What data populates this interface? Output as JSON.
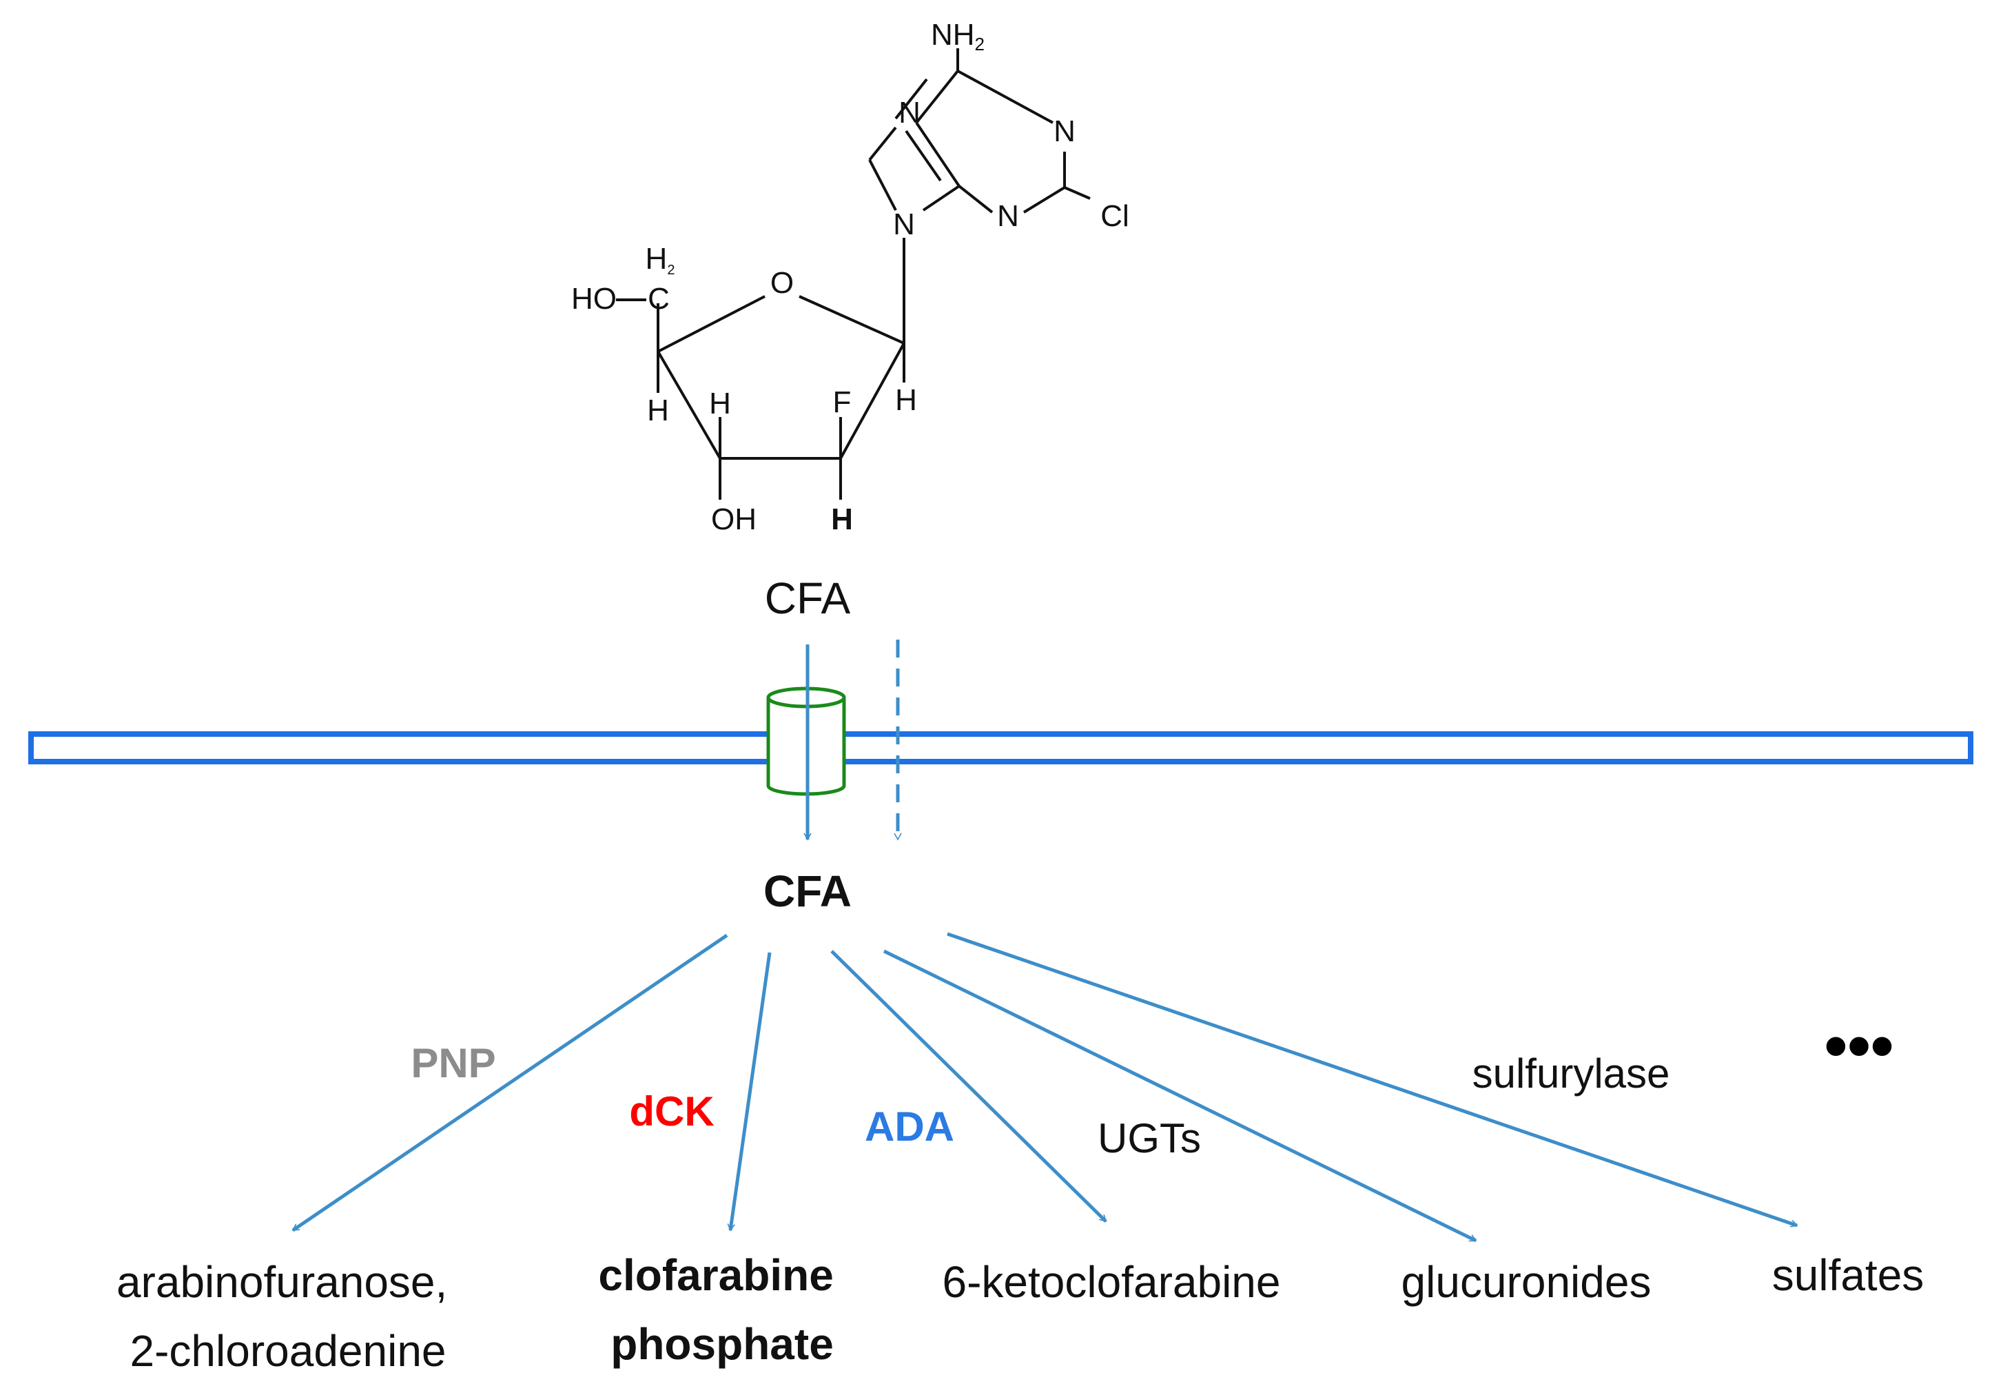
{
  "structure": {
    "atoms": {
      "nh2": "NH",
      "nh2_sub": "2",
      "n_upper_left": "N",
      "n_upper_right": "N",
      "n_lower_left": "N",
      "n_lower_right": "N",
      "cl": "Cl",
      "ho": "HO",
      "c": "C",
      "h2": "H",
      "h2_sub": "2",
      "o_ring": "O",
      "h_c4": "H",
      "h_c3": "H",
      "f": "F",
      "h_c1": "H",
      "oh": "OH",
      "h_c2": "H"
    }
  },
  "labels": {
    "cfa_outside": "CFA",
    "cfa_inside": "CFA",
    "ellipsis": "•••"
  },
  "enzymes": [
    {
      "key": "pnp",
      "text": "PNP",
      "color": "#8c8c8c",
      "bold": true
    },
    {
      "key": "dck",
      "text": "dCK",
      "color": "#ff0000",
      "bold": true
    },
    {
      "key": "ada",
      "text": "ADA",
      "color": "#2a7be4",
      "bold": true
    },
    {
      "key": "ugts",
      "text": "UGTs",
      "color": "#111111",
      "bold": false
    },
    {
      "key": "sulfurylase",
      "text": "sulfurylase",
      "color": "#111111",
      "bold": false
    }
  ],
  "products": {
    "arabinofuranose": [
      "arabinofuranose,",
      "2-chloroadenine"
    ],
    "clofarabine_phosphate": [
      "clofarabine",
      "phosphate"
    ],
    "ketoclofarabine": "6-ketoclofarabine",
    "glucuronides": "glucuronides",
    "sulfates": "sulfates"
  },
  "colors": {
    "membrane": "#1f6fe6",
    "transporter": "#1a8a1a",
    "arrow": "#3d8ec9",
    "text": "#111111"
  }
}
